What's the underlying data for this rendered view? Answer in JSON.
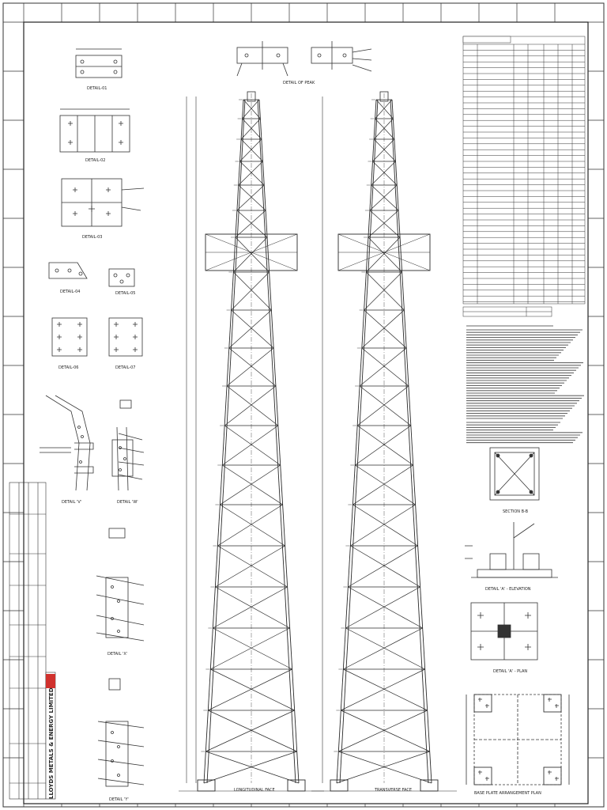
{
  "title_block": {
    "company": "LLOYDS METALS & ENERGY LIMITED"
  },
  "views": {
    "longitudinal": "LONGITUDINAL FACE",
    "transverse": "TRANSVERSE FACE",
    "base_plate_plan": "BASE PLATE ARRANGEMENT PLAN",
    "section_b": "SECTION B-B",
    "detail_a_elevation": "DETAIL 'A' - ELEVATION",
    "detail_a_plan": "DETAIL 'A' - PLAN",
    "detail_of_peak": "DETAIL OF PEAK"
  },
  "details": {
    "d1": "DETAIL-01",
    "d2": "DETAIL-02",
    "d3": "DETAIL-03",
    "d4": "DETAIL-04",
    "d5": "DETAIL-05",
    "d6": "DETAIL-06",
    "d7": "DETAIL-07",
    "dV": "DETAIL 'V'",
    "dW": "DETAIL 'W'",
    "dX": "DETAIL 'X'",
    "dY": "DETAIL 'Y'"
  },
  "palette": {
    "line": "#2a2a2a",
    "hatch": "#555555",
    "red": "#d0312d"
  }
}
